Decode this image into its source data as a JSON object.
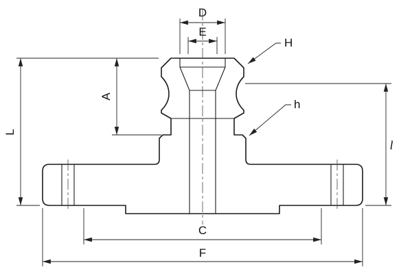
{
  "drawing": {
    "dimension_labels": {
      "D": "D",
      "E": "E",
      "H": "H",
      "h_small": "h",
      "A": "A",
      "L": "L",
      "l_small": "l",
      "C": "C",
      "F": "F"
    },
    "colors": {
      "line": "#1b1b1b",
      "background": "#ffffff"
    }
  }
}
